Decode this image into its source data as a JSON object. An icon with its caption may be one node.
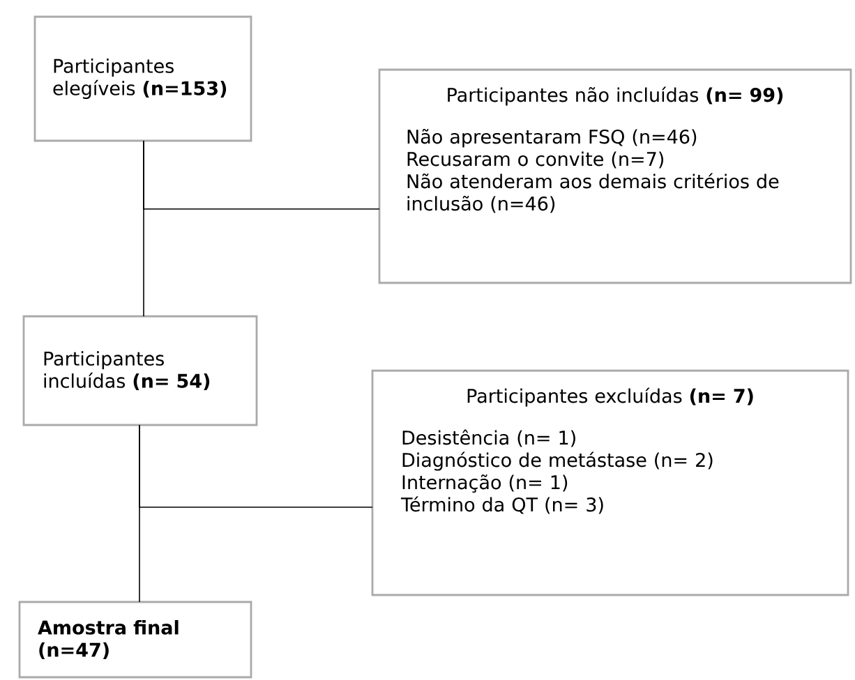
{
  "diagram": {
    "nodes": [
      {
        "text": [
          "Participantes elegíveis **(n=153)**"
        ]
      },
      {
        "text": [
          "Participantes não incluídas **(n= 99)**",
          "Não apresentaram FSQ (n=46)",
          "Recusaram o convite (n=7)",
          "Não atenderam aos demais critérios de inclusão (n=46)"
        ]
      },
      {
        "text": [
          "Participantes incluídas **(n= 54)**"
        ]
      },
      {
        "text": [
          "Participantes excluídas **(n= 7)**",
          "Desistência  (n= 1)",
          "Diagnóstico de metástase (n= 2)",
          "Internação (n= 1)",
          "Término da QT (n= 3)"
        ]
      },
      {
        "text": [
          "Amostra final (n=47)"
        ]
      }
    ],
    "edges": [
      {
        "from": 0,
        "to": 2,
        "arrow": "none"
      },
      {
        "from": 0,
        "to": 1,
        "arrow": "none"
      },
      {
        "from": 2,
        "to": 4,
        "arrow": "none"
      },
      {
        "from": 2,
        "to": 3,
        "arrow": "none"
      }
    ]
  }
}
